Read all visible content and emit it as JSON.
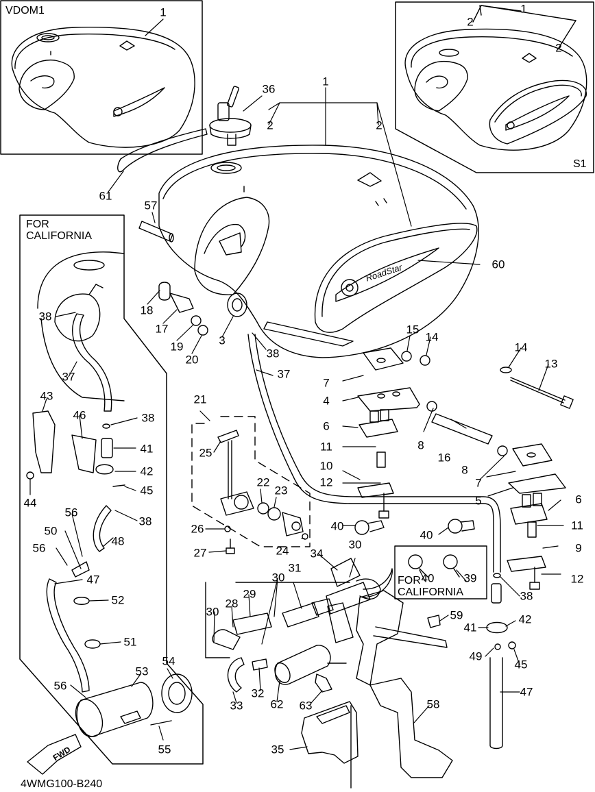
{
  "frames": {
    "vdom": "VDOM1",
    "s1": "S1",
    "california_left": "FOR\nCALIFORNIA",
    "california_right": "FOR\nCALIFORNIA"
  },
  "drawing_code": "4WMG100-B240",
  "fwd_label": "FWD",
  "emblem_text": "RoadStar",
  "callouts": {
    "vdom_1": "1",
    "s1_1": "1",
    "s1_2a": "2",
    "s1_2b": "2",
    "m_36": "36",
    "m_1": "1",
    "m_2a": "2",
    "m_2b": "2",
    "m_61": "61",
    "m_57": "57",
    "m_60": "60",
    "m_18": "18",
    "m_17": "17",
    "m_19": "19",
    "m_20": "20",
    "m_3": "3",
    "m_38": "38",
    "m_37": "37",
    "m_15": "15",
    "m_14a": "14",
    "m_14b": "14",
    "m_13": "13",
    "m_7a": "7",
    "m_4": "4",
    "m_6a": "6",
    "m_11a": "11",
    "m_10": "10",
    "m_12a": "12",
    "m_8a": "8",
    "m_16": "16",
    "m_8b": "8",
    "m_7b": "7",
    "m_5": "5",
    "m_6b": "6",
    "m_11b": "11",
    "m_9": "9",
    "m_12b": "12",
    "m_21": "21",
    "m_25": "25",
    "m_22": "22",
    "m_23": "23",
    "m_24": "24",
    "m_26": "26",
    "m_27": "27",
    "m_40a": "40",
    "m_40b": "40",
    "m_30a": "30",
    "m_34": "34",
    "m_31": "31",
    "m_30b": "30",
    "m_29": "29",
    "m_28": "28",
    "m_30c": "30",
    "m_32": "32",
    "m_33": "33",
    "m_62": "62",
    "m_63": "63",
    "m_35": "35",
    "m_58": "58",
    "m_59": "59",
    "cr_40": "40",
    "cr_39": "39",
    "r_38": "38",
    "r_41": "41",
    "r_42": "42",
    "r_49": "49",
    "r_45": "45",
    "r_47": "47",
    "l_38a": "38",
    "l_37": "37",
    "l_43": "43",
    "l_46": "46",
    "l_38b": "38",
    "l_41": "41",
    "l_42": "42",
    "l_44": "44",
    "l_45": "45",
    "l_56a": "56",
    "l_38c": "38",
    "l_50": "50",
    "l_48": "48",
    "l_56b": "56",
    "l_47": "47",
    "l_52": "52",
    "l_51": "51",
    "l_53": "53",
    "l_54": "54",
    "l_56c": "56",
    "l_55": "55"
  }
}
